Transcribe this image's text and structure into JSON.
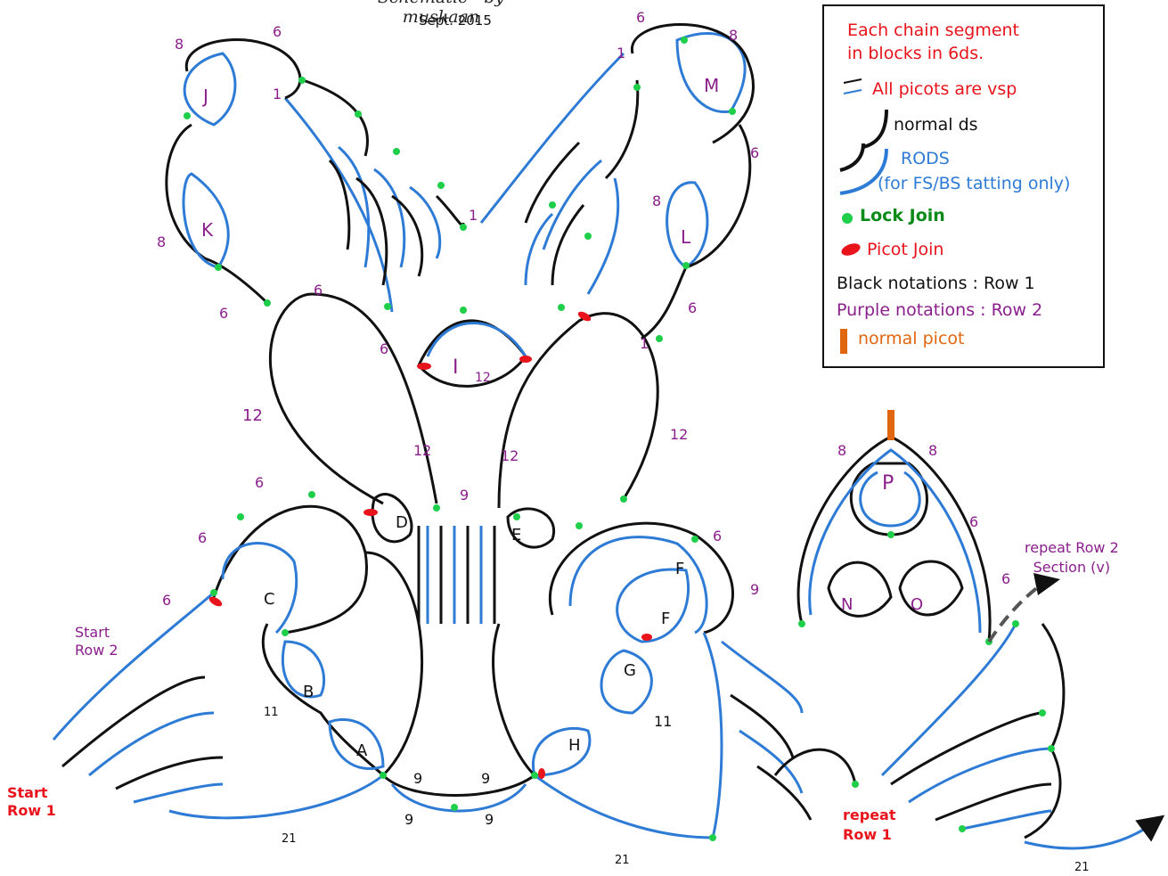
{
  "header": {
    "title": "Schematic - by muskaan",
    "date": "Sept. 2015"
  },
  "legend": {
    "line1": "Each chain segment",
    "line2": "in blocks in 6ds.",
    "picots": "All picots are vsp",
    "normal_ds": "normal ds",
    "rods": "RODS",
    "rods_note": "(for FS/BS tatting only)",
    "lock_join": "Lock Join",
    "picot_join": "Picot Join",
    "black_notations": "Black notations : Row 1",
    "purple_notations": "Purple notations : Row 2",
    "normal_picot": "normal picot"
  },
  "colors": {
    "black_ds": "#111111",
    "rods_blue": "#2e7bd6",
    "lock_join_green": "#1fcf4a",
    "picot_join_red": "#e8131b",
    "purple": "#8a1f8c",
    "orange": "#e0660f"
  },
  "annotations": {
    "start_row1_a": "Start",
    "start_row1_b": "Row 1",
    "start_row2_a": "Start",
    "start_row2_b": "Row 2",
    "repeat_row1_a": "repeat",
    "repeat_row1_b": "Row 1",
    "repeat_row2_a": "repeat Row 2",
    "repeat_row2_b": "Section (v)"
  },
  "ring_letters": [
    "A",
    "B",
    "C",
    "D",
    "E",
    "F",
    "F",
    "G",
    "H",
    "I",
    "J",
    "K",
    "L",
    "M",
    "N",
    "O",
    "P"
  ],
  "counts": {
    "twelve": "12",
    "nine": "9",
    "six": "6",
    "eight": "8",
    "eleven": "11",
    "one": "1",
    "twentyone": "21"
  }
}
